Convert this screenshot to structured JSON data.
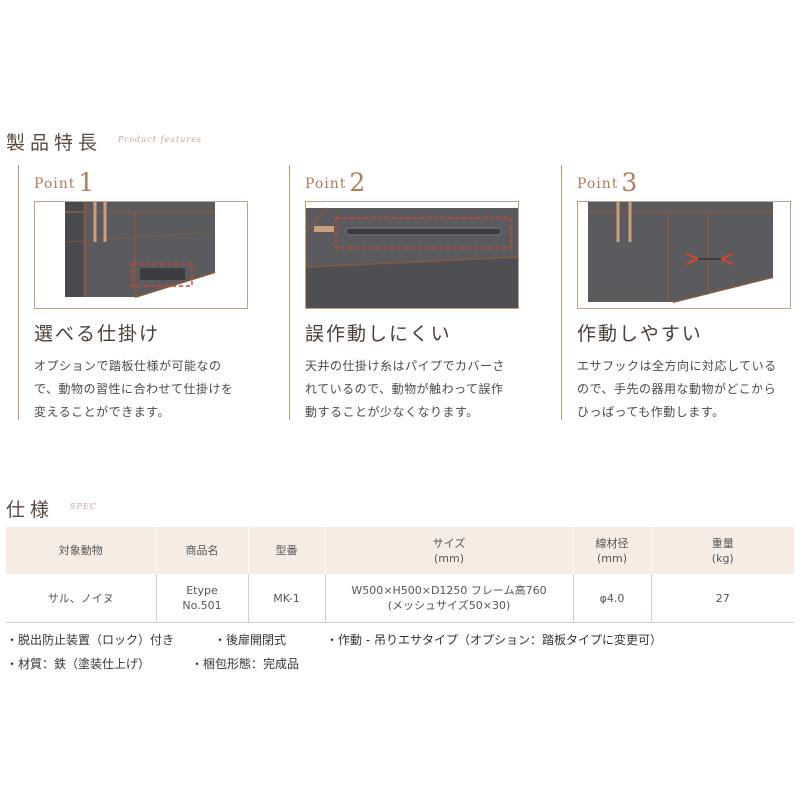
{
  "features": {
    "heading_jp": "製品特長",
    "heading_en": "Product features",
    "points": [
      {
        "label": "Point",
        "num": "1",
        "title": "選べる仕掛け",
        "desc": "オプションで踏板仕様が可能なの\nで、動物の習性に合わせて仕掛けを\n変えることができます。"
      },
      {
        "label": "Point",
        "num": "2",
        "title": "誤作動しにくい",
        "desc": "天井の仕掛け糸はパイプでカバーさ\nれているので、動物が触わって誤作\n動することが少なくなります。"
      },
      {
        "label": "Point",
        "num": "3",
        "title": "作動しやすい",
        "desc": "エサフックは全方向に対応している\nので、手先の器用な動物がどこから\nひっぱっても作動します。"
      }
    ]
  },
  "spec": {
    "heading_jp": "仕様",
    "heading_en": "SPEC",
    "table": {
      "headers": [
        "対象動物",
        "商品名",
        "型番",
        "サイズ\n(mm)",
        "線材径\n(mm)",
        "重量\n(kg)"
      ],
      "rows": [
        [
          "サル、ノイヌ",
          "Etype\nNo.501",
          "MK-1",
          "W500×H500×D1250  フレーム高760\n(メッシュサイズ50×30)",
          "φ4.0",
          "27"
        ]
      ]
    }
  },
  "notes": {
    "line1": [
      "・脱出防止装置（ロック）付き",
      "・後扉開閉式",
      "・作動 - 吊りエサタイプ（オプション：踏板タイプに変更可）"
    ],
    "line2": [
      "・材質：鉄（塗装仕上げ）",
      "・梱包形態：完成品"
    ]
  },
  "colors": {
    "accent": "#b07d5a",
    "rule": "#c29572",
    "table_header_bg": "#f6ece4",
    "photo_bg": "#5b5a5e",
    "highlight": "#d9432b"
  }
}
